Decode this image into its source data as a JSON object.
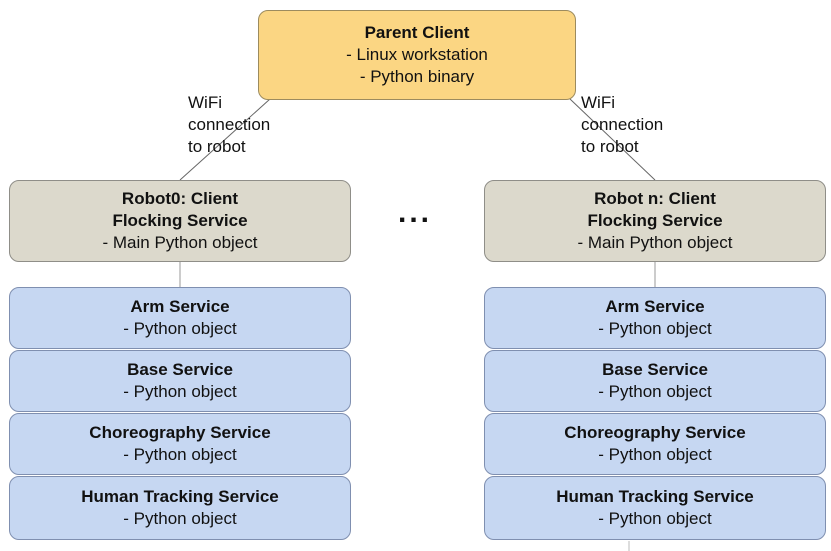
{
  "parent": {
    "title": "Parent Client",
    "line1": "-  Linux workstation",
    "line2": "-  Python binary"
  },
  "connections": {
    "left": [
      "WiFi",
      "connection",
      "to robot"
    ],
    "right": [
      "WiFi",
      "connection",
      "to robot"
    ]
  },
  "ellipsis": "...",
  "robot0": {
    "title1": "Robot0: Client",
    "title2": "Flocking Service",
    "line": "-  Main Python object"
  },
  "robotn": {
    "title1": "Robot n: Client",
    "title2": "Flocking Service",
    "line": "-  Main Python object"
  },
  "services_left": [
    {
      "title": "Arm Service",
      "line": "-  Python object"
    },
    {
      "title": "Base Service",
      "line": "-  Python object"
    },
    {
      "title": "Choreography Service",
      "line": "-  Python object"
    },
    {
      "title": "Human Tracking Service",
      "line": "-  Python object"
    }
  ],
  "services_right": [
    {
      "title": "Arm Service",
      "line": "-  Python object"
    },
    {
      "title": "Base Service",
      "line": "-  Python object"
    },
    {
      "title": "Choreography Service",
      "line": "-  Python object"
    },
    {
      "title": "Human Tracking Service",
      "line": "-  Python object"
    }
  ]
}
